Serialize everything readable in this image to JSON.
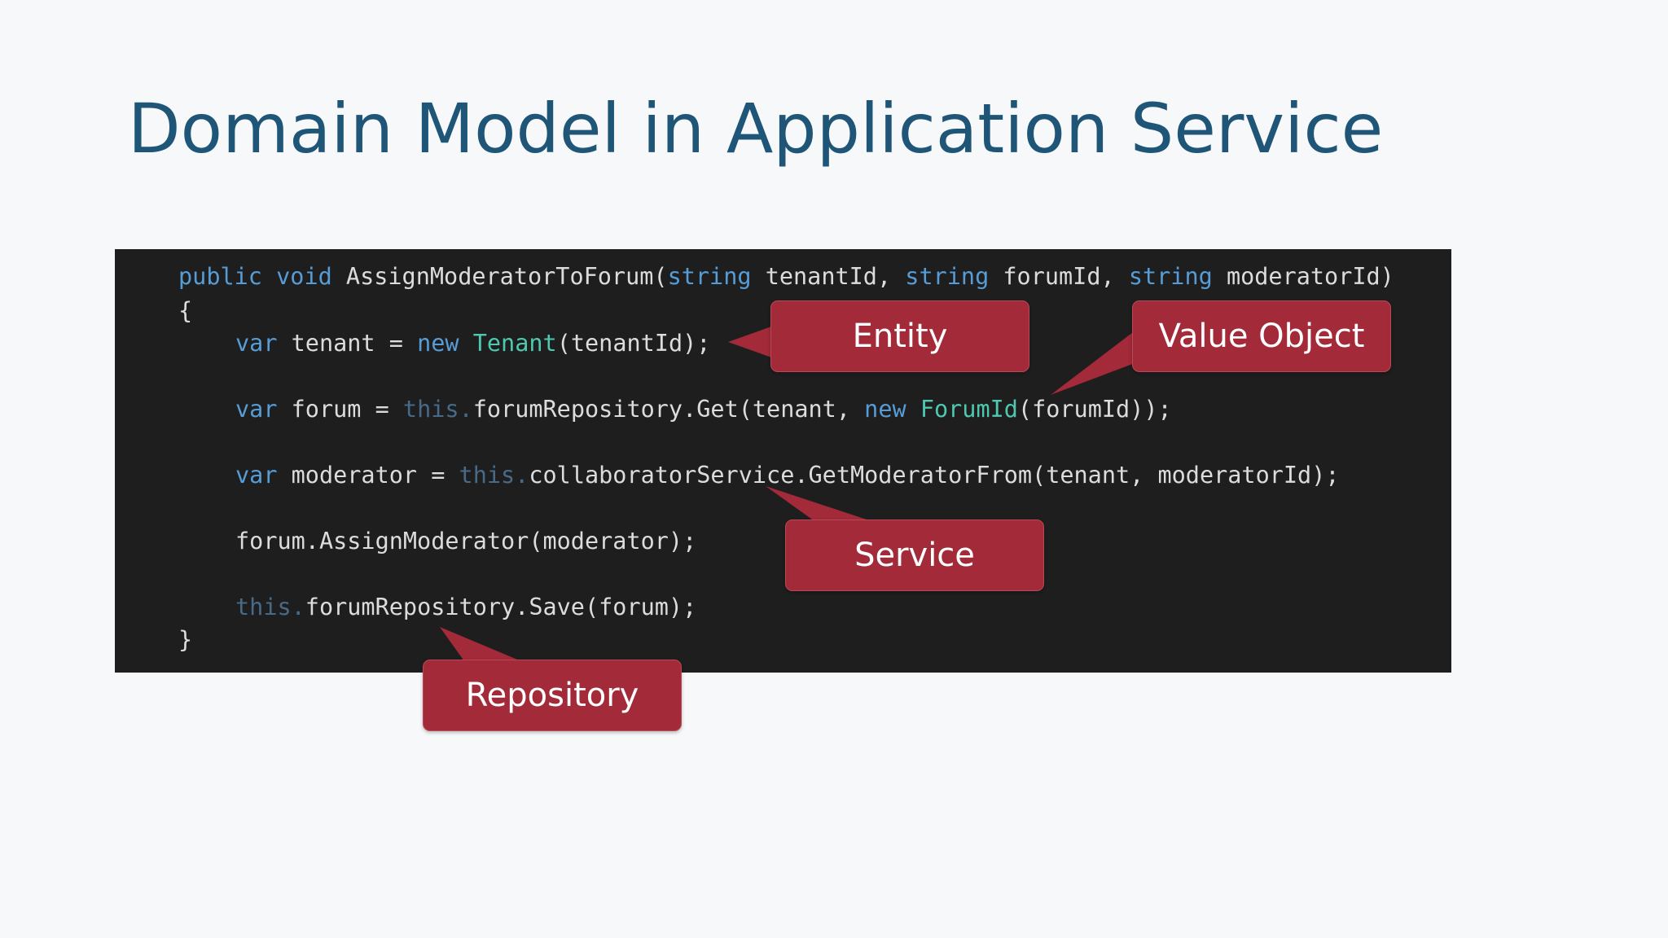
{
  "slide": {
    "title": "Domain Model in Application Service"
  },
  "code": {
    "line1": {
      "t1": "public",
      "t2": " ",
      "t3": "void",
      "t4": " AssignModeratorToForum(",
      "t5": "string",
      "t6": " tenantId, ",
      "t7": "string",
      "t8": " forumId, ",
      "t9": "string",
      "t10": " moderatorId)"
    },
    "line2": {
      "t1": "{"
    },
    "line3": {
      "t1": "var",
      "t2": " tenant = ",
      "t3": "new",
      "t4": " ",
      "t5": "Tenant",
      "t6": "(tenantId);"
    },
    "line4": {
      "t1": "var",
      "t2": " forum = ",
      "t3": "this.",
      "t4": "forumRepository.Get(tenant, ",
      "t5": "new",
      "t6": " ",
      "t7": "ForumId",
      "t8": "(forumId));"
    },
    "line5": {
      "t1": "var",
      "t2": " moderator = ",
      "t3": "this.",
      "t4": "collaboratorService.GetModeratorFrom(tenant, moderatorId);"
    },
    "line6": {
      "t1": "forum.AssignModerator(moderator);"
    },
    "line7": {
      "t1": "this.",
      "t2": "forumRepository.Save(forum);"
    },
    "line8": {
      "t1": "}"
    }
  },
  "callouts": {
    "entity": "Entity",
    "value_object": "Value Object",
    "service": "Service",
    "repository": "Repository"
  },
  "colors": {
    "title": "#1f5577",
    "code_background": "#1e1e1e",
    "keyword": "#569cd6",
    "type": "#4ec9b0",
    "callout": "#a32a39"
  }
}
